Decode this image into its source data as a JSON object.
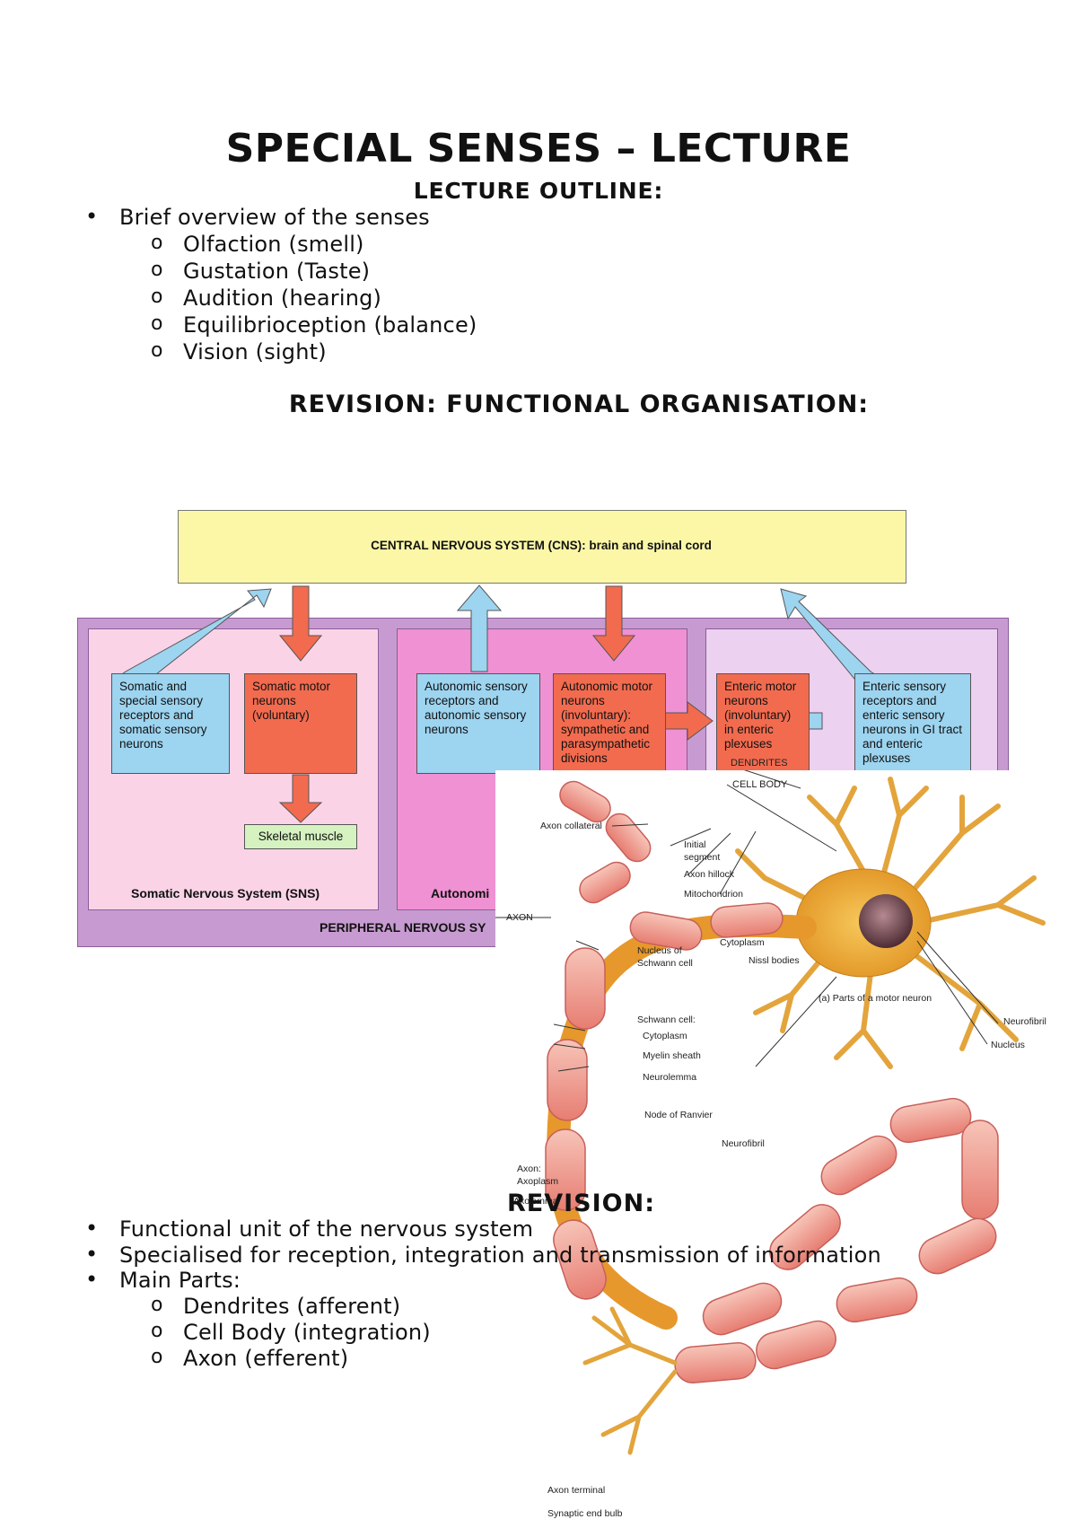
{
  "title": "SPECIAL SENSES – LECTURE",
  "subtitle": "LECTURE OUTLINE:",
  "outline": {
    "bullet": "Brief overview of the senses",
    "subitems": [
      "Olfaction (smell)",
      "Gustation (Taste)",
      "Audition (hearing)",
      "Equilibrioception (balance)",
      "Vision (sight)"
    ]
  },
  "section_heading": "REVISION: FUNCTIONAL ORGANISATION:",
  "diagram": {
    "cns": "CENTRAL NERVOUS SYSTEM (CNS): brain and spinal cord",
    "somatic_sensory": "Somatic and special sensory receptors and somatic sensory neurons",
    "somatic_motor": "Somatic motor neurons (voluntary)",
    "skeletal_muscle": "Skeletal muscle",
    "sns_label": "Somatic Nervous System (SNS)",
    "autonomic_sensory": "Autonomic sensory receptors and autonomic sensory neurons",
    "autonomic_motor": "Autonomic motor neurons (involuntary): sympathetic and parasympathetic divisions",
    "enteric_motor": "Enteric motor neurons (involuntary) in enteric plexuses",
    "enteric_sensory": "Enteric sensory receptors and enteric sensory neurons in GI tract and enteric plexuses",
    "ans_label": "Autonomi",
    "pns_label": "PERIPHERAL NERVOUS SY"
  },
  "neuron": {
    "labels": {
      "dendrites": "DENDRITES",
      "cell_body": "CELL BODY",
      "axon_collateral": "Axon collateral",
      "initial_segment": "Initial segment",
      "axon_hillock": "Axon hillock",
      "mitochondrion": "Mitochondrion",
      "neurofibril_top": "Neurofibril",
      "nucleus": "Nucleus",
      "axon": "AXON",
      "nucleus_schwann": "Nucleus of Schwann cell",
      "cytoplasm": "Cytoplasm",
      "nissl": "Nissl bodies",
      "caption": "(a) Parts of a motor neuron",
      "schwann_cell": "Schwann cell:",
      "schwann_cytoplasm": "Cytoplasm",
      "myelin": "Myelin sheath",
      "neurolemma": "Neurolemma",
      "node": "Node of Ranvier",
      "neurofibril_bottom": "Neurofibril",
      "axon_label": "Axon:",
      "axoplasm": "Axoplasm",
      "axolemma": "Axolemma",
      "axon_terminal": "Axon terminal",
      "synaptic_bulb": "Synaptic end bulb"
    }
  },
  "revision_heading": "REVISION:",
  "revision": {
    "bullets": [
      "Functional unit of the nervous system",
      "Specialised for reception, integration and transmission of information",
      "Main Parts:"
    ],
    "subitems": [
      "Dendrites (afferent)",
      "Cell Body (integration)",
      "Axon (efferent)"
    ]
  },
  "colors": {
    "cns_fill": "#fbf7a7",
    "sensory_blue": "#9dd4f0",
    "motor_red": "#f26b4f",
    "somatic_bg": "#fbd3e7",
    "autonomic_bg": "#ef91d2",
    "enteric_bg": "#ecd1f0",
    "pns_bg": "#c79bd1",
    "muscle_green": "#d5f2c0"
  }
}
